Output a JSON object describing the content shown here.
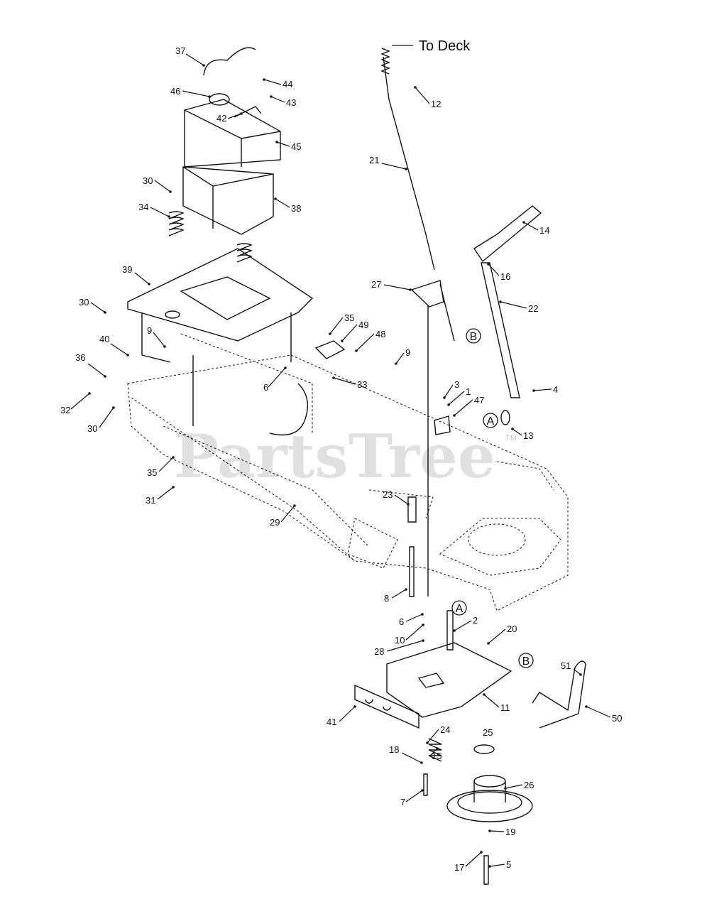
{
  "diagram": {
    "callout_to_deck": "To Deck",
    "watermark": "PartsTree",
    "watermark_mark": "TM",
    "ref_letters": [
      "A",
      "B"
    ],
    "part_numbers": [
      "1",
      "2",
      "3",
      "4",
      "5",
      "6",
      "7",
      "8",
      "9",
      "10",
      "11",
      "12",
      "13",
      "14",
      "15",
      "16",
      "17",
      "18",
      "19",
      "20",
      "21",
      "22",
      "23",
      "24",
      "25",
      "26",
      "27",
      "28",
      "29",
      "30",
      "31",
      "32",
      "33",
      "34",
      "35",
      "36",
      "37",
      "38",
      "39",
      "40",
      "41",
      "42",
      "43",
      "44",
      "45",
      "46",
      "47",
      "48",
      "49",
      "50",
      "51"
    ]
  }
}
